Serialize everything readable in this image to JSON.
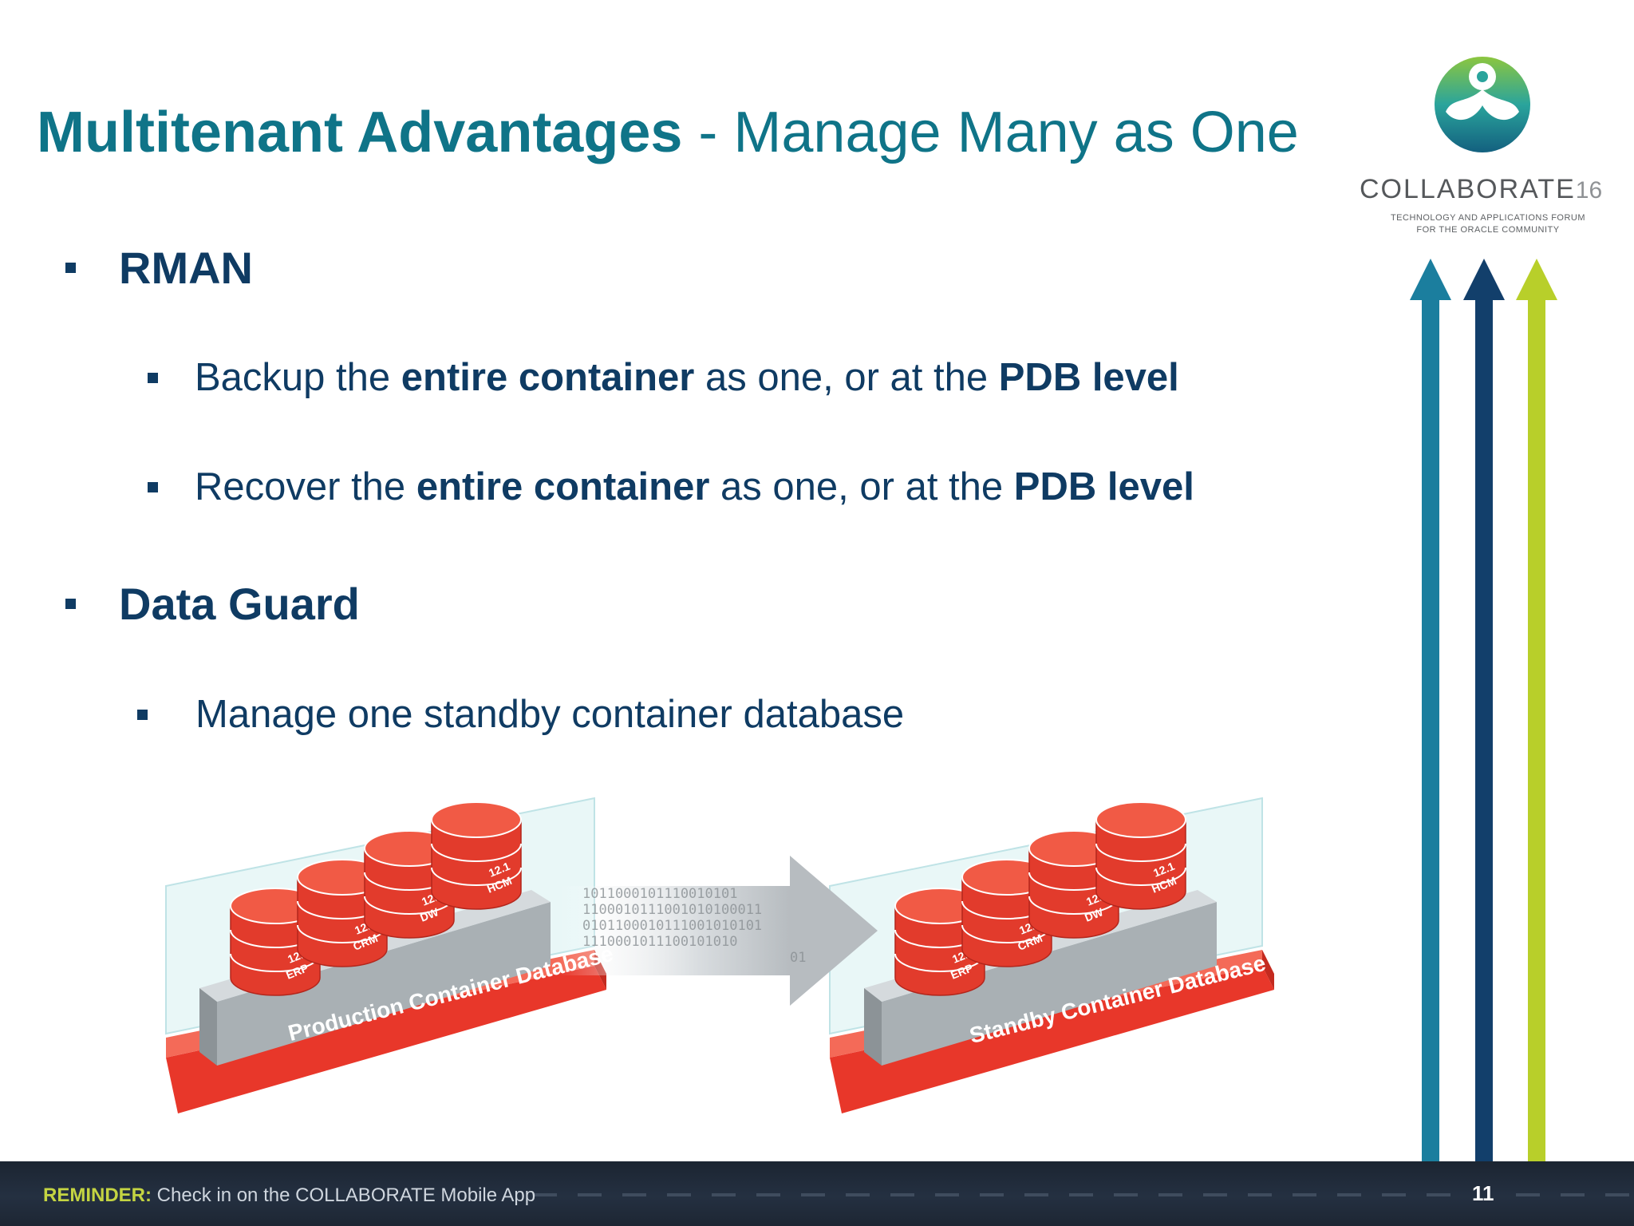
{
  "title": {
    "bold": "Multitenant Advantages",
    "rest": " - Manage Many as One"
  },
  "bullets": {
    "rman": "RMAN",
    "backup": {
      "pre": "Backup the ",
      "b1": "entire container",
      "mid": " as one, or at the ",
      "b2": "PDB level"
    },
    "recover": {
      "pre": "Recover the ",
      "b1": "entire container",
      "mid": " as one, or at the ",
      "b2": "PDB level"
    },
    "dataguard": "Data Guard",
    "standby": "Manage one standby container database"
  },
  "logo": {
    "word": "COLLABORATE",
    "num": "16",
    "tag1": "TECHNOLOGY AND APPLICATIONS FORUM",
    "tag2": "FOR THE ORACLE COMMUNITY"
  },
  "diagram": {
    "production_label": "Production Container Database",
    "standby_label": "Standby Container Database",
    "pdbs": [
      "ERP",
      "CRM",
      "DW",
      "HCM"
    ],
    "version": "12.1",
    "binary_rows": [
      "1011000101110010101",
      "1100010111001010100011",
      "0101100010111001010101",
      "1110001011100101010",
      "01"
    ]
  },
  "footer": {
    "reminder": "REMINDER:",
    "text": " Check in on the COLLABORATE Mobile App",
    "page": "11"
  },
  "colors": {
    "title": "#0f7488",
    "text": "#0f3b63",
    "red": "#e8372a",
    "arrow_teal": "#1b7e9e",
    "arrow_navy": "#123f6b",
    "arrow_lime": "#b8cf2a"
  }
}
